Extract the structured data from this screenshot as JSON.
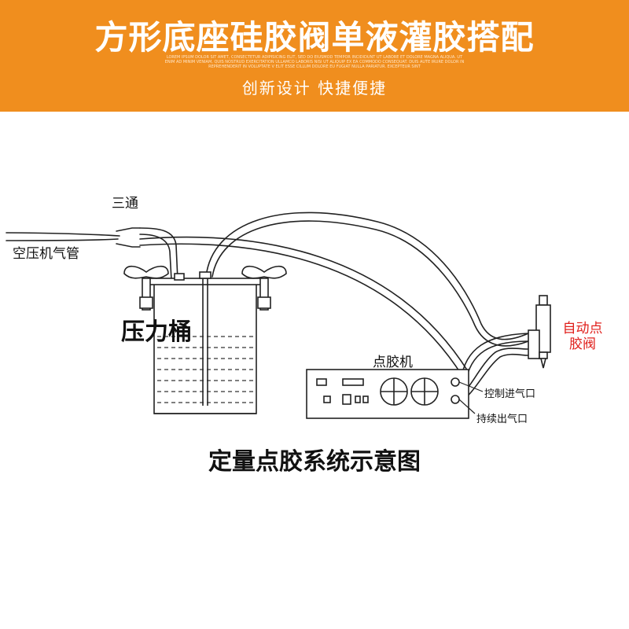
{
  "header": {
    "title": "方形底座硅胶阀单液灌胶搭配",
    "fine_text": "LOREM IPSUM DOLOR SIT AMET, CONSECTETUR ADIPISICING ELIT, SED DO EIUSMOD TEMPOR INCIDIDUNT UT LABORE ET DOLORE MAGNA ALIQUA. UT ENIM AD MINIM VENIAM, QUIS NOSTRUD EXERCITATION ULLAMCO LABORIS NISI UT ALIQUIP EX EA COMMODO CONSEQUAT. DUIS AUTE IRURE DOLOR IN REPREHENDERIT IN VOLUPTATE V ELIT ESSE CILLUM DOLORE EU FUGIAT NULLA PARIATUR. EXCEPTEUR SINT",
    "subtitle": "创新设计    快捷便捷"
  },
  "diagram": {
    "labels": {
      "tee": "三通",
      "air_pipe": "空压机气管",
      "bucket": "压力桶",
      "dispenser": "点胶机",
      "auto_valve": "自动点胶阀",
      "control_inlet": "控制进气口",
      "continuous_outlet": "持续出气口"
    },
    "caption": "定量点胶系统示意图"
  },
  "colors": {
    "banner": "#f08e1e",
    "accent_red": "#e0201c",
    "line": "#222222"
  }
}
